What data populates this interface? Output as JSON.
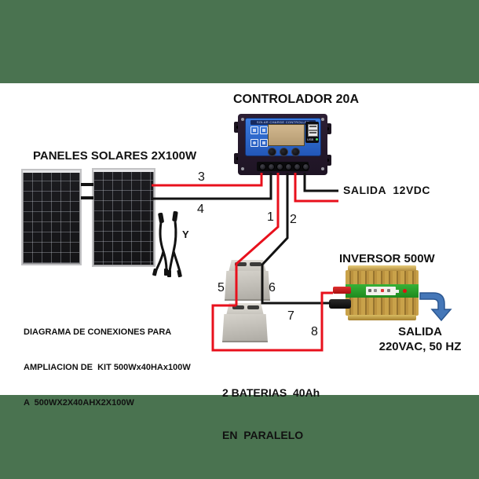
{
  "titles": {
    "controller": "CONTROLADOR 20A",
    "panels": "PANELES SOLARES 2X100W",
    "inverter": "INVERSOR 500W",
    "output_dc": "SALIDA  12VDC",
    "output_ac_line1": "SALIDA",
    "output_ac_line2": "220VAC, 50 HZ"
  },
  "notes": {
    "line1": "DIAGRAMA DE CONEXIONES PARA",
    "line2": "AMPLIACION DE  KIT 500Wx40HAx100W",
    "line3": "A  500WX2X40AHX2X100W",
    "batteries_line1": "2 BATERIAS  40Ah",
    "batteries_line2": "EN  PARALELO",
    "y_adapter": "Y"
  },
  "wire_labels": {
    "w1": "1",
    "w2": "2",
    "w3": "3",
    "w4": "4",
    "w5": "5",
    "w6": "6",
    "w7": "7",
    "w8": "8"
  },
  "controller": {
    "header": "SOLAR CHARGE CONTROLLER",
    "usb": "USB"
  },
  "colors": {
    "band_green": "#4a7350",
    "wire_red": "#e8101c",
    "wire_black": "#121212",
    "arrow_blue": "#4577b8",
    "arrow_blue_edge": "#2b5791",
    "controller_blue": "#2f6fd0",
    "inverter_green": "#2ca12c",
    "inverter_gold": "#c9a24a",
    "lcd_tan": "#c4a87c"
  }
}
